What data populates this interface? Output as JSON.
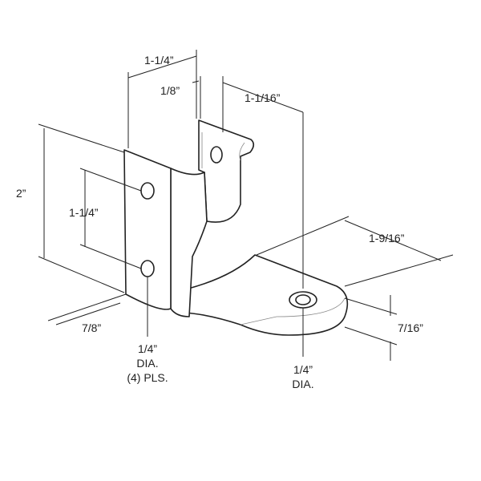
{
  "dimensions": {
    "top_width": "1-1/4”",
    "thickness": "1/8”",
    "offset_to_hole": "1-1/16”",
    "height": "2”",
    "hole_spacing": "1-1/4”",
    "foot_length": "1-9/16”",
    "depth": "7/8”",
    "foot_thickness": "7/16”"
  },
  "callouts": {
    "mount_holes": {
      "line1": "1/4”",
      "line2": "DIA.",
      "line3": "(4) PLS."
    },
    "pivot_hole": {
      "line1": "1/4”",
      "line2": "DIA."
    }
  }
}
